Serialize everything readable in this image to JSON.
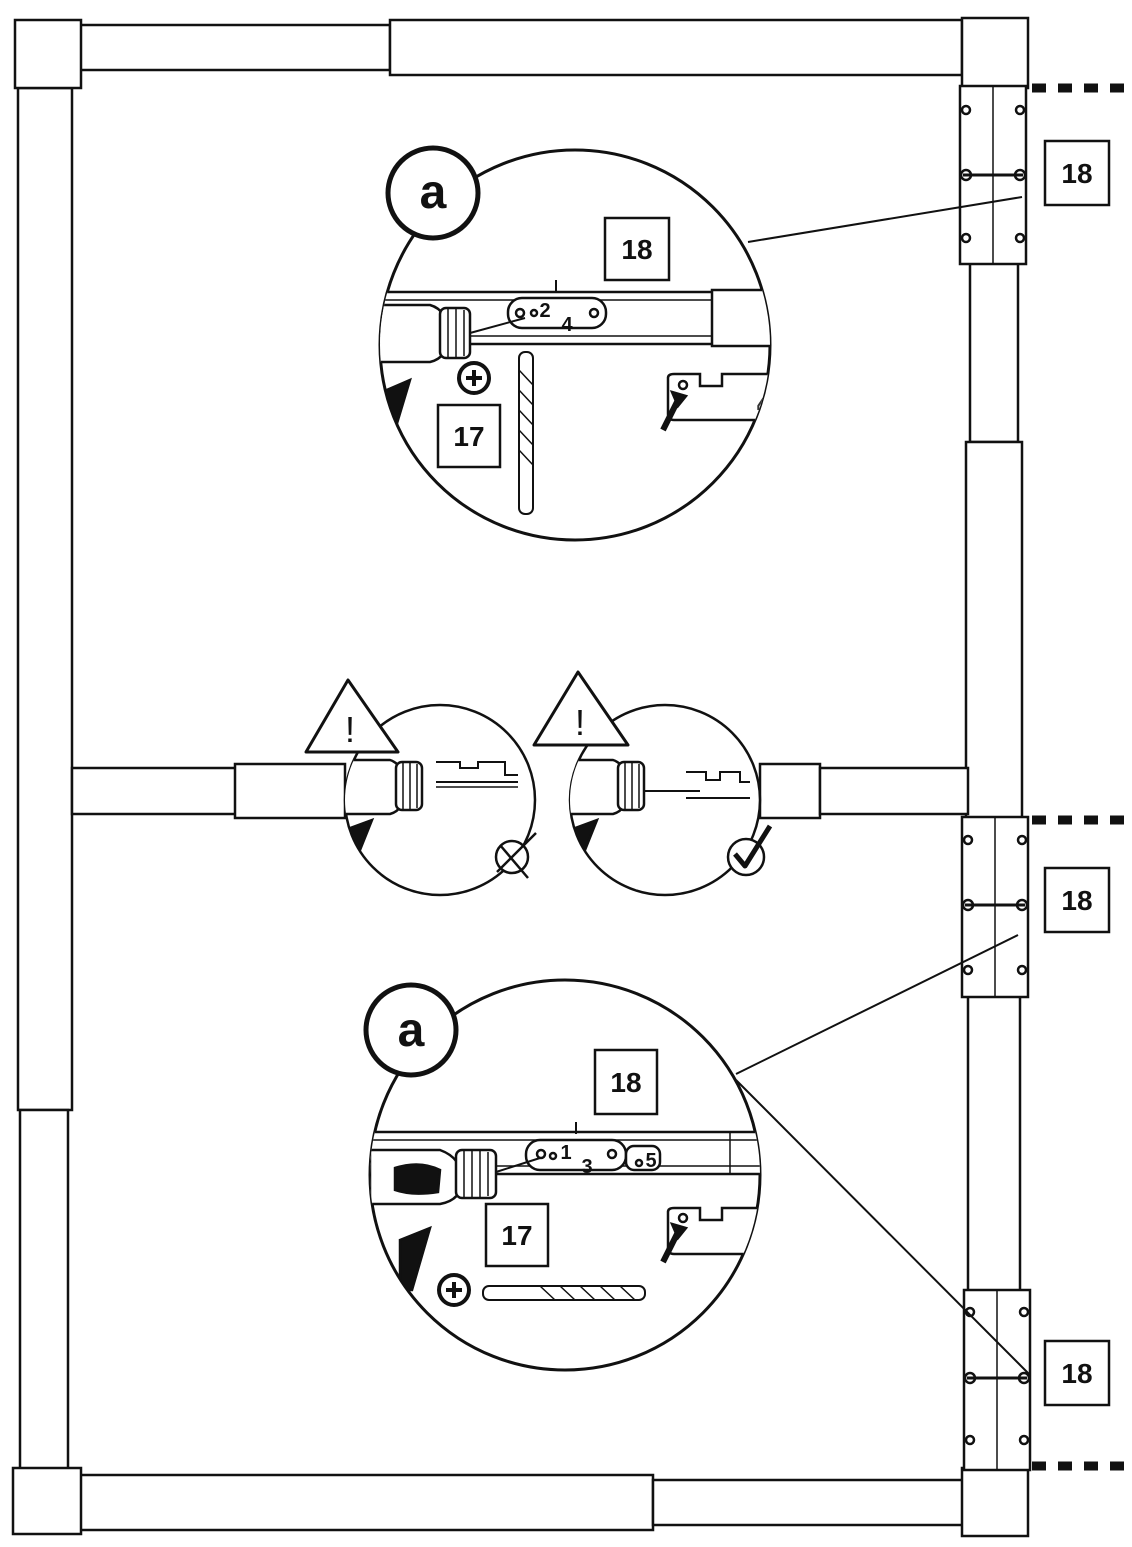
{
  "parts": {
    "upper_right_label": "18",
    "middle_right_label": "18",
    "lower_right_label": "18"
  },
  "detail_top": {
    "callout_letter": "a",
    "part_label": "18",
    "tool_label": "17",
    "plate_numbers": [
      "2",
      "4"
    ],
    "plate_side_number": "4"
  },
  "detail_bottom": {
    "callout_letter": "a",
    "part_label": "18",
    "tool_label": "17",
    "plate_numbers": [
      "1",
      "3",
      "5"
    ],
    "plate_side_number": "3"
  },
  "warnings": {
    "left_symbol": "!",
    "right_symbol": "!",
    "left_status": "wrong",
    "right_status": "correct"
  }
}
